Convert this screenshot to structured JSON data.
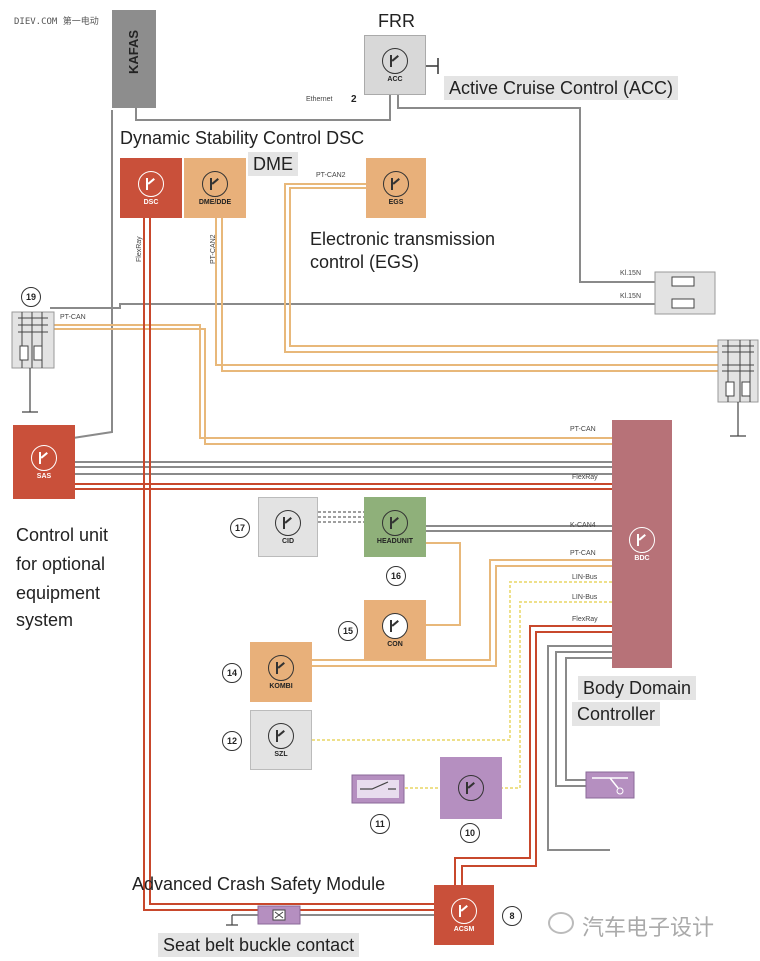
{
  "watermark": "DIEV.COM 第一电动",
  "brand_watermark": "汽车电子设计",
  "headings": {
    "frr": "FRR",
    "acc_desc": "Active Cruise Control (ACC)",
    "dsc_desc": "Dynamic Stability Control DSC",
    "dme_desc": "DME",
    "egs_desc_1": "Electronic transmission",
    "egs_desc_2": "control (EGS)",
    "sas_desc_1": "Control unit",
    "sas_desc_2": "for optional",
    "sas_desc_3": "equipment",
    "sas_desc_4": "system",
    "bdc_desc_1": "Body Domain",
    "bdc_desc_2": "Controller",
    "acsm_desc": "Advanced Crash Safety Module",
    "seatbelt_desc": "Seat belt buckle contact"
  },
  "ecus": {
    "kafas": "KAFAS",
    "acc": "ACC",
    "dsc": "DSC",
    "dme": "DME/DDE",
    "egs": "EGS",
    "sas": "SAS",
    "bdc": "BDC",
    "cid": "CID",
    "headunit": "HEADUNIT",
    "con": "CON",
    "kombi": "KOMBI",
    "szl": "SZL",
    "acsm": "ACSM"
  },
  "bus_labels": {
    "ethernet": "Ethernet",
    "ethernet_count": "2",
    "pt_can2_egs": "PT-CAN2",
    "flexray_dsc": "FlexRay",
    "pt_can2_dme": "PT-CAN2",
    "pt_can_left": "PT-CAN",
    "kl15n_1": "Kl.15N",
    "kl15n_2": "Kl.15N",
    "pt_can_bdc": "PT-CAN",
    "flexray_bdc": "FlexRay",
    "k_can4": "K-CAN4",
    "pt_can_hu": "PT-CAN",
    "lin_bus_1": "LIN-Bus",
    "lin_bus_2": "LIN-Bus",
    "flexray_acsm": "FlexRay"
  },
  "numbers": {
    "n19": "19",
    "n17": "17",
    "n16": "16",
    "n15": "15",
    "n14": "14",
    "n12": "12",
    "n11": "11",
    "n10": "10",
    "n8": "8"
  },
  "colors": {
    "flexray": "#c8482c",
    "pt_can": "#e8b87a",
    "k_can": "#8a8a8a",
    "lin": "#eee08a",
    "dsc": "#c9503a",
    "dme": "#e8b07a",
    "bdc": "#b77278",
    "headunit": "#8fb07a",
    "lilac": "#b58fc0",
    "gray_box": "#e3e3e3",
    "kafas": "#8d8d8d"
  }
}
